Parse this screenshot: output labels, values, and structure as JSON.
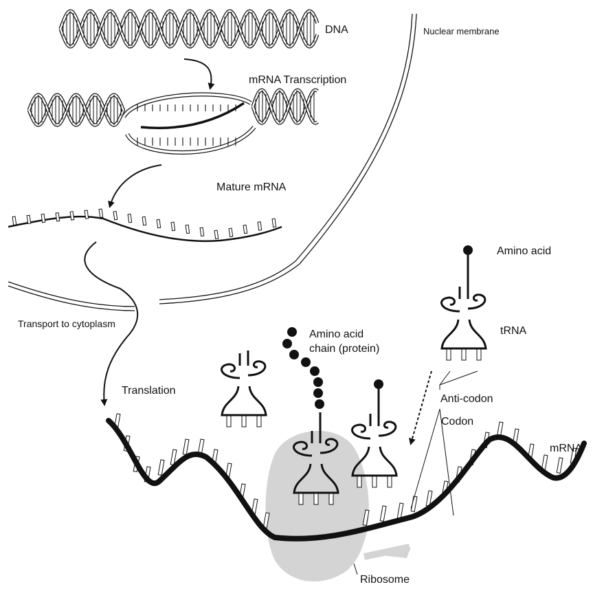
{
  "labels": {
    "dna": "DNA",
    "nuclear_membrane": "Nuclear membrane",
    "transcription": "mRNA Transcription",
    "mature_mrna": "Mature mRNA",
    "transport": "Transport to cytoplasm",
    "translation": "Translation",
    "amino_acid": "Amino acid",
    "amino_chain_line1": "Amino acid",
    "amino_chain_line2": "chain (protein)",
    "trna": "tRNA",
    "anticodon": "Anti-codon",
    "codon": "Codon",
    "mrna": "mRNA",
    "ribosome": "Ribosome"
  },
  "colors": {
    "ink": "#111111",
    "ribosome": "#d4d4d4",
    "background": "#ffffff"
  }
}
